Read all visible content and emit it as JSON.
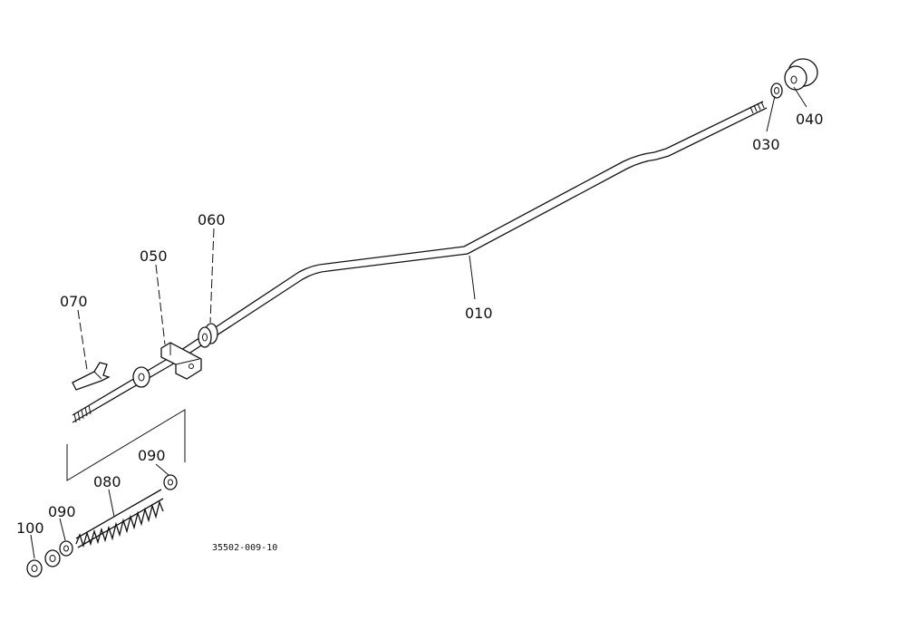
{
  "labels": {
    "p010": "010",
    "p030": "030",
    "p040": "040",
    "p050": "050",
    "p060": "060",
    "p070": "070",
    "p080": "080",
    "p090_upper": "090",
    "p090_lower": "090",
    "p100": "100"
  },
  "drawing_code": "35502-009-10",
  "colors": {
    "ink": "#111111",
    "paper": "#ffffff"
  }
}
